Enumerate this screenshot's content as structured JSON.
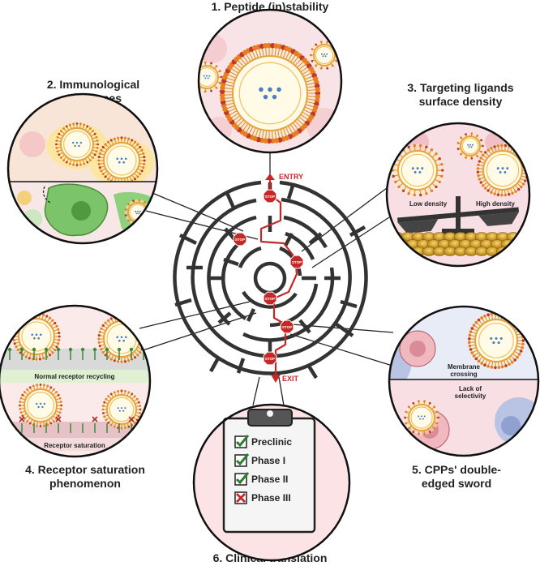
{
  "titles": {
    "t1": "1. Peptide (in)stability",
    "t2_line1": "2. Immunological",
    "t2_line2": "responses",
    "t3_line1": "3. Targeting ligands",
    "t3_line2": "surface density",
    "t4_line1": "4. Receptor saturation",
    "t4_line2": "phenomenon",
    "t5_line1": "5. CPPs' double-",
    "t5_line2": "edged sword",
    "t6": "6. Clinical translation"
  },
  "maze": {
    "entry": "ENTRY",
    "exit": "EXIT",
    "stop": "STOP"
  },
  "panel3": {
    "low": "Low density",
    "high": "High density"
  },
  "panel4": {
    "normal": "Normal receptor recycling",
    "saturation": "Receptor saturation"
  },
  "panel5": {
    "membrane_line1": "Membrane",
    "membrane_line2": "crossing",
    "selectivity_line1": "Lack of",
    "selectivity_line2": "selectivity"
  },
  "checklist": [
    {
      "label": "Preclinic",
      "status": "check"
    },
    {
      "label": "Phase I",
      "status": "check"
    },
    {
      "label": "Phase II",
      "status": "check"
    },
    {
      "label": "Phase III",
      "status": "cross"
    }
  ],
  "colors": {
    "stop_red": "#c62828",
    "path_red": "#c62828",
    "check_green": "#2e7d32",
    "cross_red": "#c62828",
    "maze_wall": "#333333"
  }
}
